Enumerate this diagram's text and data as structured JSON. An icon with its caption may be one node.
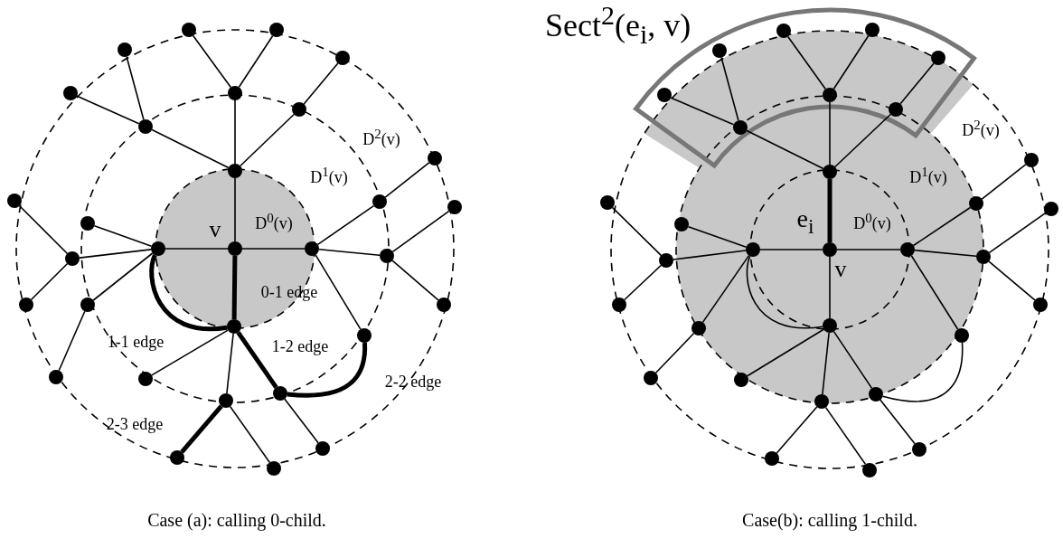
{
  "diagram": {
    "nodes": [
      {
        "text": [],
        "shape": "circle",
        "beside": [
          "v"
        ]
      },
      {
        "text": [],
        "shape": "circle"
      },
      {
        "text": [],
        "shape": "circle"
      },
      {
        "text": [],
        "shape": "circle"
      },
      {
        "text": [],
        "shape": "circle"
      },
      {
        "text": [],
        "shape": "circle"
      },
      {
        "text": [],
        "shape": "circle"
      },
      {
        "text": [],
        "shape": "circle"
      },
      {
        "text": [],
        "shape": "circle"
      },
      {
        "text": [],
        "shape": "circle"
      },
      {
        "text": [],
        "shape": "circle"
      },
      {
        "text": [],
        "shape": "circle"
      },
      {
        "text": [],
        "shape": "circle"
      },
      {
        "text": [],
        "shape": "circle"
      },
      {
        "text": [],
        "shape": "circle"
      },
      {
        "text": [],
        "shape": "circle"
      },
      {
        "text": [],
        "shape": "circle"
      },
      {
        "text": [],
        "shape": "circle"
      },
      {
        "text": [],
        "shape": "circle"
      },
      {
        "text": [],
        "shape": "circle"
      },
      {
        "text": [],
        "shape": "circle"
      },
      {
        "text": [],
        "shape": "circle"
      },
      {
        "text": [],
        "shape": "circle"
      },
      {
        "text": [],
        "shape": "circle"
      },
      {
        "text": [],
        "shape": "circle"
      },
      {
        "text": [],
        "shape": "circle"
      },
      {
        "text": [],
        "shape": "circle"
      },
      {
        "text": [],
        "shape": "circle"
      },
      {
        "text": [],
        "shape": "circle"
      },
      {
        "text": [],
        "shape": "circle"
      },
      {
        "text": [],
        "shape": "circle"
      },
      {
        "text": [],
        "shape": "circle",
        "beside": [
          "v"
        ]
      },
      {
        "text": [],
        "shape": "circle"
      },
      {
        "text": [],
        "shape": "circle"
      },
      {
        "text": [],
        "shape": "circle"
      },
      {
        "text": [],
        "shape": "circle"
      },
      {
        "text": [],
        "shape": "circle"
      },
      {
        "text": [],
        "shape": "circle"
      },
      {
        "text": [],
        "shape": "circle"
      },
      {
        "text": [],
        "shape": "circle"
      },
      {
        "text": [],
        "shape": "circle"
      },
      {
        "text": [],
        "shape": "circle"
      },
      {
        "text": [],
        "shape": "circle"
      },
      {
        "text": [],
        "shape": "circle"
      },
      {
        "text": [],
        "shape": "circle"
      },
      {
        "text": [],
        "shape": "circle"
      },
      {
        "text": [],
        "shape": "circle"
      },
      {
        "text": [],
        "shape": "circle"
      },
      {
        "text": [],
        "shape": "circle"
      },
      {
        "text": [],
        "shape": "circle"
      },
      {
        "text": [],
        "shape": "circle"
      },
      {
        "text": [],
        "shape": "circle"
      },
      {
        "text": [],
        "shape": "circle"
      },
      {
        "text": [],
        "shape": "circle"
      },
      {
        "text": [],
        "shape": "circle"
      },
      {
        "text": [],
        "shape": "circle"
      },
      {
        "text": [],
        "shape": "circle"
      },
      {
        "text": [],
        "shape": "circle"
      },
      {
        "text": [],
        "shape": "circle"
      },
      {
        "text": [],
        "shape": "circle"
      },
      {
        "text": [],
        "shape": "circle"
      },
      {
        "text": [],
        "shape": "circle"
      }
    ],
    "edges": [
      {
        "from": 0,
        "to": 1,
        "arrow": "none"
      },
      {
        "from": 0,
        "to": 2,
        "arrow": "none"
      },
      {
        "from": 0,
        "to": 3,
        "arrow": "none"
      },
      {
        "from": 0,
        "to": 4,
        "arrow": "none",
        "label": "0-1 edge",
        "style": "thick"
      },
      {
        "from": 1,
        "to": 5,
        "arrow": "none"
      },
      {
        "from": 1,
        "to": 6,
        "arrow": "none"
      },
      {
        "from": 1,
        "to": 7,
        "arrow": "none"
      },
      {
        "from": 5,
        "to": 8,
        "arrow": "none"
      },
      {
        "from": 5,
        "to": 9,
        "arrow": "none"
      },
      {
        "from": 6,
        "to": 10,
        "arrow": "none"
      },
      {
        "from": 6,
        "to": 11,
        "arrow": "none"
      },
      {
        "from": 7,
        "to": 12,
        "arrow": "none"
      },
      {
        "from": 2,
        "to": 13,
        "arrow": "none"
      },
      {
        "from": 2,
        "to": 14,
        "arrow": "none"
      },
      {
        "from": 2,
        "to": 15,
        "arrow": "none"
      },
      {
        "from": 14,
        "to": 16,
        "arrow": "none"
      },
      {
        "from": 14,
        "to": 17,
        "arrow": "none"
      },
      {
        "from": 15,
        "to": 18,
        "arrow": "none"
      },
      {
        "from": 3,
        "to": 19,
        "arrow": "none"
      },
      {
        "from": 3,
        "to": 20,
        "arrow": "none"
      },
      {
        "from": 3,
        "to": 21,
        "arrow": "none"
      },
      {
        "from": 19,
        "to": 22,
        "arrow": "none"
      },
      {
        "from": 20,
        "to": 23,
        "arrow": "none"
      },
      {
        "from": 20,
        "to": 24,
        "arrow": "none"
      },
      {
        "from": 4,
        "to": 25,
        "arrow": "none"
      },
      {
        "from": 4,
        "to": 26,
        "arrow": "none"
      },
      {
        "from": 4,
        "to": 27,
        "arrow": "none",
        "label": "1-2 edge",
        "style": "thick"
      },
      {
        "from": 4,
        "to": 2,
        "arrow": "none",
        "label": "1-1 edge",
        "style": "thick"
      },
      {
        "from": 27,
        "to": 21,
        "arrow": "none",
        "label": "2-2 edge",
        "style": "thick"
      },
      {
        "from": 26,
        "to": 28,
        "arrow": "none",
        "label": "2-3 edge",
        "style": "thick"
      },
      {
        "from": 26,
        "to": 29,
        "arrow": "none"
      },
      {
        "from": 27,
        "to": 30,
        "arrow": "none"
      },
      {
        "from": 31,
        "to": 32,
        "arrow": "none",
        "label": "e$_{i}$",
        "style": "thick"
      },
      {
        "from": 31,
        "to": 33,
        "arrow": "none"
      },
      {
        "from": 31,
        "to": 34,
        "arrow": "none"
      },
      {
        "from": 31,
        "to": 35,
        "arrow": "none"
      },
      {
        "from": 32,
        "to": 36,
        "arrow": "none"
      },
      {
        "from": 32,
        "to": 37,
        "arrow": "none"
      },
      {
        "from": 32,
        "to": 38,
        "arrow": "none"
      },
      {
        "from": 36,
        "to": 39,
        "arrow": "none"
      },
      {
        "from": 36,
        "to": 40,
        "arrow": "none"
      },
      {
        "from": 37,
        "to": 41,
        "arrow": "none"
      },
      {
        "from": 37,
        "to": 42,
        "arrow": "none"
      },
      {
        "from": 38,
        "to": 43,
        "arrow": "none"
      },
      {
        "from": 33,
        "to": 44,
        "arrow": "none"
      },
      {
        "from": 33,
        "to": 45,
        "arrow": "none"
      },
      {
        "from": 33,
        "to": 46,
        "arrow": "none"
      },
      {
        "from": 45,
        "to": 47,
        "arrow": "none"
      },
      {
        "from": 45,
        "to": 48,
        "arrow": "none"
      },
      {
        "from": 46,
        "to": 49,
        "arrow": "none"
      },
      {
        "from": 34,
        "to": 50,
        "arrow": "none"
      },
      {
        "from": 34,
        "to": 51,
        "arrow": "none"
      },
      {
        "from": 34,
        "to": 52,
        "arrow": "none"
      },
      {
        "from": 50,
        "to": 53,
        "arrow": "none"
      },
      {
        "from": 51,
        "to": 54,
        "arrow": "none"
      },
      {
        "from": 51,
        "to": 55,
        "arrow": "none"
      },
      {
        "from": 35,
        "to": 56,
        "arrow": "none"
      },
      {
        "from": 35,
        "to": 57,
        "arrow": "none"
      },
      {
        "from": 35,
        "to": 58,
        "arrow": "none"
      },
      {
        "from": 35,
        "to": 33,
        "arrow": "none"
      },
      {
        "from": 58,
        "to": 52,
        "arrow": "none"
      },
      {
        "from": 57,
        "to": 59,
        "arrow": "none"
      },
      {
        "from": 57,
        "to": 60,
        "arrow": "none"
      },
      {
        "from": 58,
        "to": 61,
        "arrow": "none"
      }
    ],
    "labels": [
      "D$^{2}$(v)",
      "D$^{1}$(v)",
      "D$^{0}$(v)",
      "Sect$^{2}$(e$_{i}$, v)",
      "D$^{2}$(v)",
      "D$^{1}$(v)",
      "D$^{0}$(v)",
      "Case (a): calling 0-child.",
      "Case(b): calling 1-child."
    ]
  }
}
